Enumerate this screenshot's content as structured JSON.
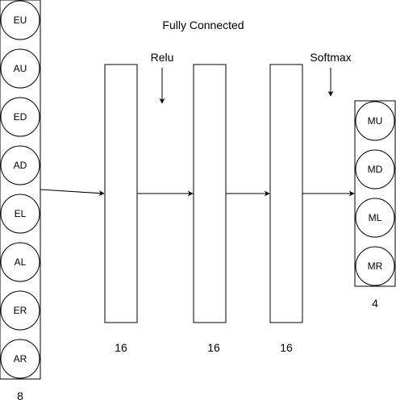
{
  "title": "Fully Connected",
  "activations": {
    "relu": "Relu",
    "softmax": "Softmax"
  },
  "input_layer": {
    "nodes": [
      "EU",
      "AU",
      "ED",
      "AD",
      "EL",
      "AL",
      "ER",
      "AR"
    ],
    "size_label": "8"
  },
  "hidden_layers": [
    {
      "size_label": "16"
    },
    {
      "size_label": "16"
    },
    {
      "size_label": "16"
    }
  ],
  "output_layer": {
    "nodes": [
      "MU",
      "MD",
      "ML",
      "MR"
    ],
    "size_label": "4"
  }
}
